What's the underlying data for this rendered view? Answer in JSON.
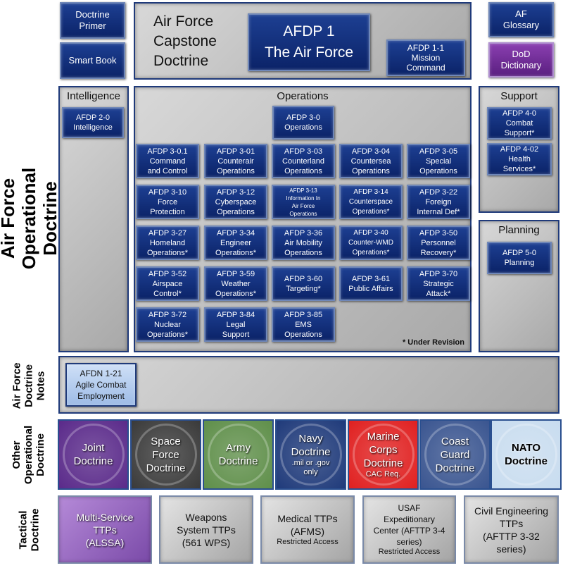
{
  "top": {
    "doctrine_primer": "Doctrine\nPrimer",
    "smart_book": "Smart Book",
    "capstone_title": "Air Force\nCapstone\nDoctrine",
    "afdp1": "AFDP 1\nThe Air Force",
    "afdp1_1": "AFDP 1-1\nMission\nCommand",
    "af_glossary": "AF\nGlossary",
    "dod_dictionary": "DoD\nDictionary"
  },
  "operational_label": "Air Force\nOperational Doctrine",
  "intelligence": {
    "title": "Intelligence",
    "items": [
      "AFDP 2-0\nIntelligence"
    ]
  },
  "operations": {
    "title": "Operations",
    "lead": "AFDP 3-0\nOperations",
    "items": [
      "AFDP 3-0.1\nCommand\nand Control",
      "AFDP 3-01\nCounterair\nOperations",
      "AFDP 3-03\nCounterland\nOperations",
      "AFDP 3-04\nCountersea\nOperations",
      "AFDP 3-05\nSpecial\nOperations",
      "AFDP 3-10\nForce\nProtection",
      "AFDP 3-12\nCyberspace\nOperations",
      "AFDP 3-13\nInformation In\nAir Force\nOperations",
      "AFDP 3-14\nCounterspace\nOperations*",
      "AFDP 3-22\nForeign\nInternal Def*",
      "AFDP 3-27\nHomeland\nOperations*",
      "AFDP 3-34\nEngineer\nOperations*",
      "AFDP 3-36\nAir Mobility\nOperations",
      "AFDP 3-40\nCounter-WMD\nOperations*",
      "AFDP 3-50\nPersonnel\nRecovery*",
      "AFDP 3-52\nAirspace\nControl*",
      "AFDP 3-59\nWeather\nOperations*",
      "AFDP 3-60\nTargeting*",
      "AFDP 3-61\nPublic Affairs",
      "AFDP 3-70\nStrategic\nAttack*",
      "AFDP 3-72\nNuclear\nOperations*",
      "AFDP 3-84\nLegal\nSupport",
      "AFDP 3-85\nEMS\nOperations"
    ],
    "note": "* Under Revision"
  },
  "support": {
    "title": "Support",
    "items": [
      "AFDP 4-0\nCombat\nSupport*",
      "AFDP 4-02\nHealth\nServices*"
    ]
  },
  "planning": {
    "title": "Planning",
    "items": [
      "AFDP 5-0\nPlanning"
    ]
  },
  "notes": {
    "label": "Air Force\nDoctrine\nNotes",
    "items": [
      "AFDN 1-21\nAgile Combat\nEmployment"
    ]
  },
  "other": {
    "label": "Other\nOperational\nDoctrine",
    "items": [
      {
        "label": "Joint\nDoctrine",
        "sub": "",
        "color": "#5a2a8a"
      },
      {
        "label": "Space\nForce\nDoctrine",
        "sub": "",
        "color": "#3a3a3a"
      },
      {
        "label": "Army\nDoctrine",
        "sub": "",
        "color": "#5f8f4a"
      },
      {
        "label": "Navy\nDoctrine",
        "sub": ".mil or .gov\nonly",
        "color": "#1f3a7a"
      },
      {
        "label": "Marine\nCorps\nDoctrine",
        "sub": "CAC Req.",
        "color": "#e02020"
      },
      {
        "label": "Coast\nGuard\nDoctrine",
        "sub": "",
        "color": "#3a5590"
      },
      {
        "label": "NATO\nDoctrine",
        "sub": "",
        "color": "#c8dcef"
      }
    ]
  },
  "tactical": {
    "label": "Tactical\nDoctrine",
    "items": [
      {
        "label": "Multi-Service\nTTPs\n(ALSSA)",
        "sub": ""
      },
      {
        "label": "Weapons\nSystem TTPs\n(561 WPS)",
        "sub": ""
      },
      {
        "label": "Medical TTPs\n(AFMS)",
        "sub": "Restricted Access"
      },
      {
        "label": "USAF\nExpeditionary\nCenter (AFTTP 3-4\nseries)",
        "sub": "Restricted Access"
      },
      {
        "label": "Civil Engineering\nTTPs\n(AFTTP 3-32\nseries)",
        "sub": ""
      }
    ]
  }
}
